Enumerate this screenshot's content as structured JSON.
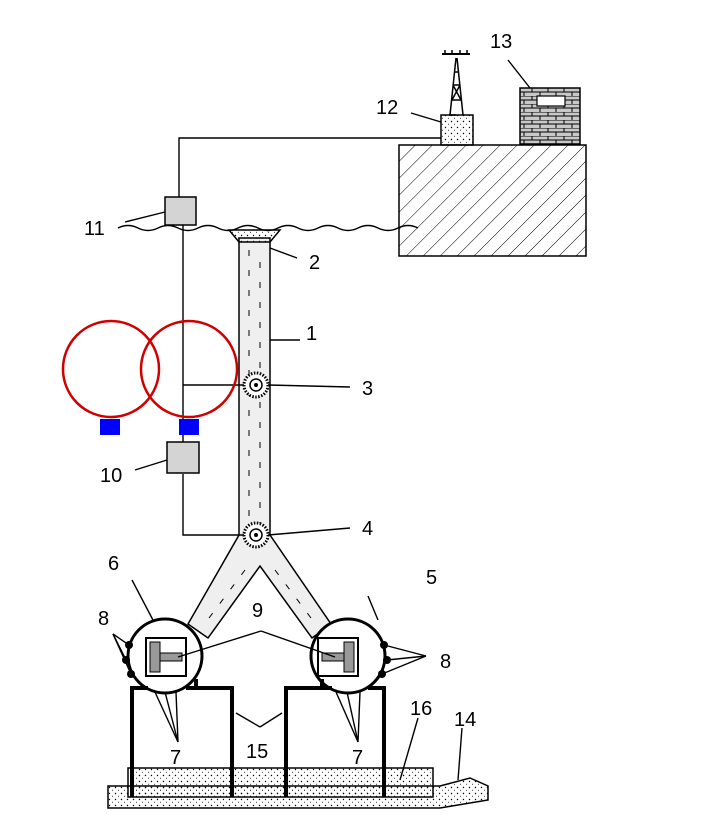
{
  "labels": {
    "n1": "1",
    "n2": "2",
    "n3": "3",
    "n4": "4",
    "n5": "5",
    "n6": "6",
    "n7a": "7",
    "n7b": "7",
    "n8a": "8",
    "n8b": "8",
    "n9": "9",
    "n10": "10",
    "n11": "11",
    "n12": "12",
    "n13": "13",
    "n14": "14",
    "n15": "15",
    "n16": "16"
  },
  "colors": {
    "line": "#000000",
    "ring": "#d00000",
    "marker": "#0000ff",
    "box_fill": "#d4d4d4",
    "pipe_fill": "#eeeeee",
    "brick_fill": "#bbbbbb"
  },
  "icons": {
    "tower": "radio-tower-icon",
    "building": "brick-building-icon",
    "pump": "pump-icon",
    "drill": "drill-head-icon"
  }
}
